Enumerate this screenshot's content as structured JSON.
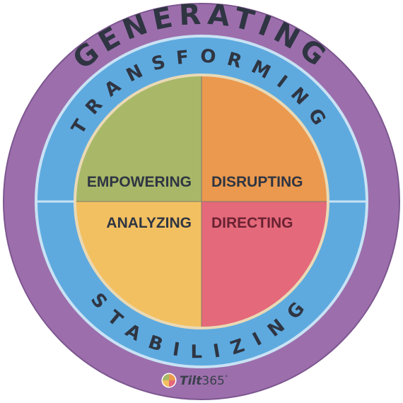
{
  "rings": {
    "outer_label": "GENERATING",
    "middle_top_label": "TRANSFORMING",
    "middle_bottom_label": "STABILIZING"
  },
  "quadrants": {
    "top_left": "EMPOWERING",
    "top_right": "DISRUPTING",
    "bottom_left": "ANALYZING",
    "bottom_right": "DIRECTING"
  },
  "logo": {
    "name": "Tilt",
    "number": "365",
    "mark": "°"
  },
  "colors": {
    "outer_ring": "#9c6fac",
    "middle_ring": "#5eaadf",
    "ring_line": "#c9e2f4",
    "quadrant_top_left": "#a8b868",
    "quadrant_top_right": "#eb994e",
    "quadrant_bottom_left": "#f3c061",
    "quadrant_bottom_right": "#e4697a",
    "text_dark": "#2f3542",
    "text_directing": "#6a2233"
  }
}
